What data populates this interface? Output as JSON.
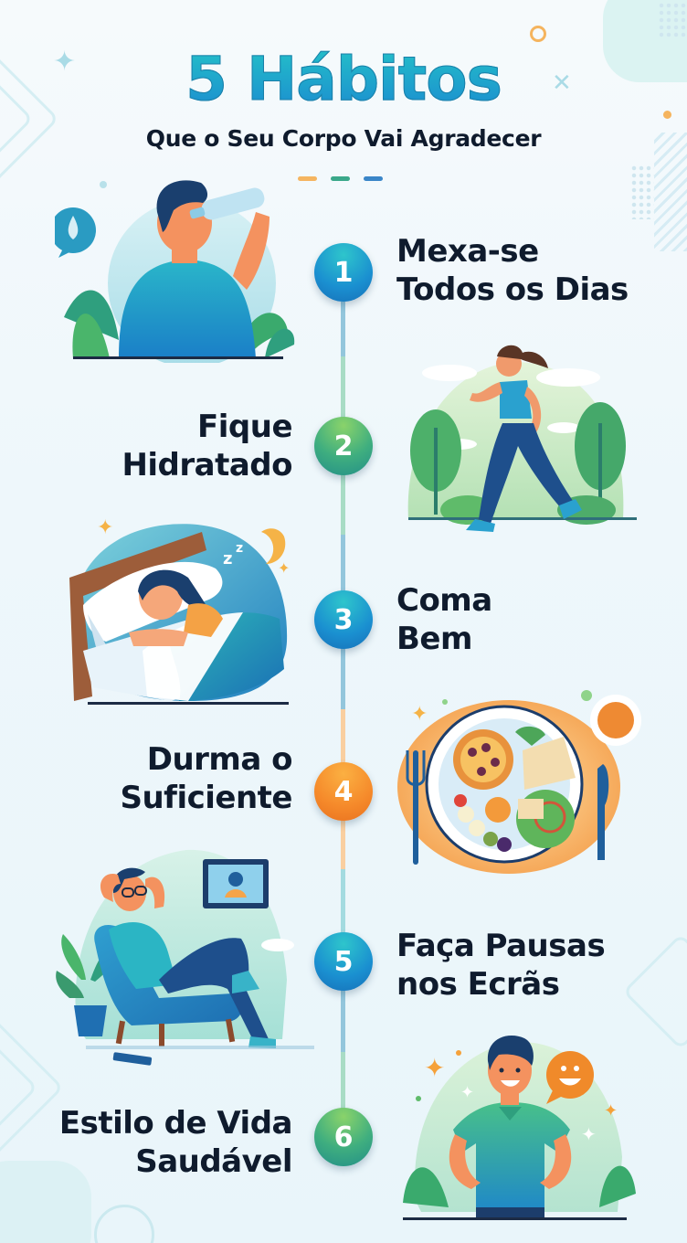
{
  "header": {
    "title": "5 Hábitos",
    "subtitle": "Que o Seu Corpo Vai Agradecer",
    "divider_colors": [
      "#f5b560",
      "#3aa88a",
      "#3a86c8"
    ]
  },
  "colors": {
    "background": "#eef7fb",
    "text_dark": "#0f1b2d",
    "title_gradient_top": "#24c2c8",
    "title_gradient_bottom": "#1b8bd0",
    "node_blue": "#1a8fd0",
    "node_green": "#3fae7f",
    "node_orange": "#f5892a",
    "line_blue": "#93c6dc",
    "line_green": "#a8dcc5",
    "line_orange": "#f9cfa0"
  },
  "habits": [
    {
      "number": "1",
      "line1": "Mexa-se",
      "line2": "Todos os Dias",
      "color": "blue",
      "side": "right",
      "illustration": "man-drinking-water-illustration"
    },
    {
      "number": "2",
      "line1": "Fique",
      "line2": "Hidratado",
      "color": "green",
      "side": "left",
      "illustration": "woman-running-park-illustration"
    },
    {
      "number": "3",
      "line1": "Coma",
      "line2": "Bem",
      "color": "blue",
      "side": "right",
      "illustration": "woman-sleeping-bed-illustration"
    },
    {
      "number": "4",
      "line1": "Durma o",
      "line2": "Suficiente",
      "color": "orange",
      "side": "left",
      "illustration": "healthy-meal-plate-illustration"
    },
    {
      "number": "5",
      "line1": "Faça Pausas",
      "line2": "nos Ecrãs",
      "color": "blue",
      "side": "right",
      "illustration": "man-relaxing-armchair-illustration"
    },
    {
      "number": "6",
      "line1": "Estilo de Vida",
      "line2": "Saudável",
      "color": "green",
      "side": "left",
      "illustration": "happy-man-smiling-illustration"
    }
  ]
}
